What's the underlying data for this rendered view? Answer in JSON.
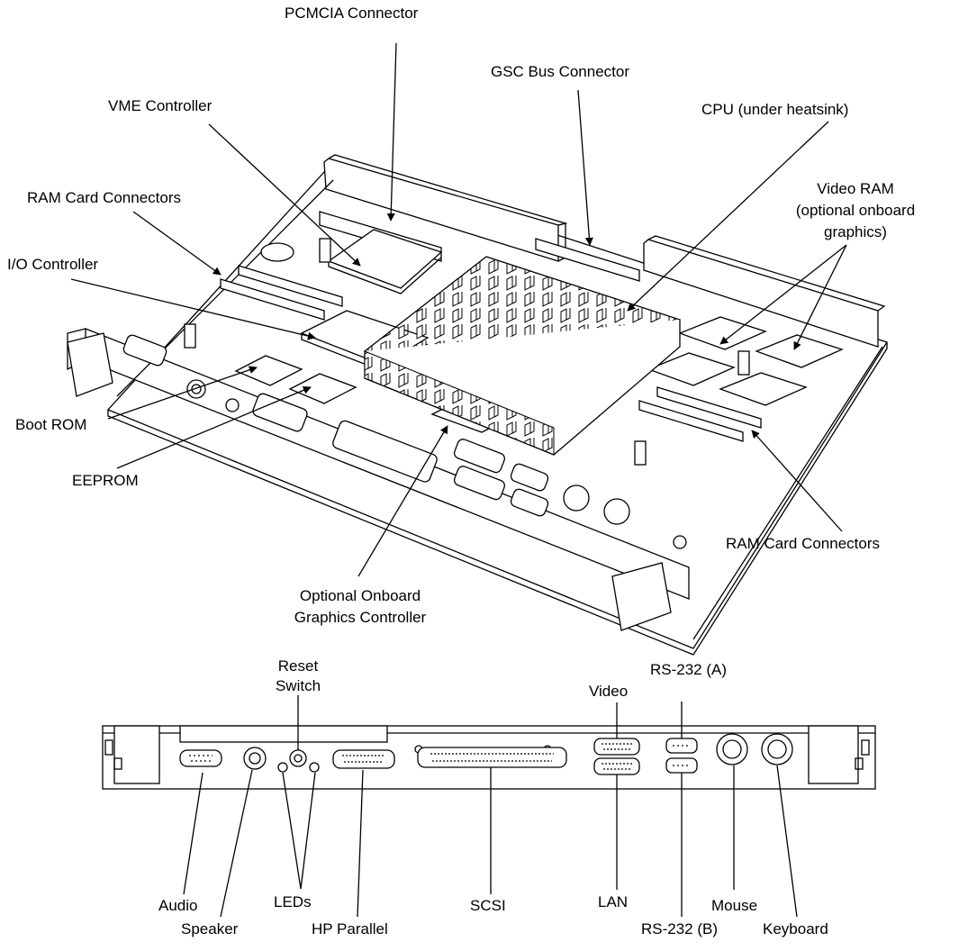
{
  "board_labels": {
    "pcmcia": "PCMCIA Connector",
    "gsc": "GSC Bus Connector",
    "vme": "VME Controller",
    "cpu": "CPU (under heatsink)",
    "ram_top": "RAM Card Connectors",
    "video_ram_1": "Video RAM",
    "video_ram_2": "(optional onboard",
    "video_ram_3": "graphics)",
    "io": "I/O Controller",
    "boot_rom": "Boot ROM",
    "eeprom": "EEPROM",
    "ram_bottom": "RAM Card Connectors",
    "graphics_1": "Optional Onboard",
    "graphics_2": "Graphics Controller"
  },
  "panel_labels": {
    "reset_1": "Reset",
    "reset_2": "Switch",
    "video": "Video",
    "rs232a": "RS-232 (A)",
    "audio": "Audio",
    "speaker": "Speaker",
    "leds": "LEDs",
    "hp_parallel": "HP Parallel",
    "scsi": "SCSI",
    "lan": "LAN",
    "rs232b": "RS-232 (B)",
    "mouse": "Mouse",
    "keyboard": "Keyboard"
  }
}
